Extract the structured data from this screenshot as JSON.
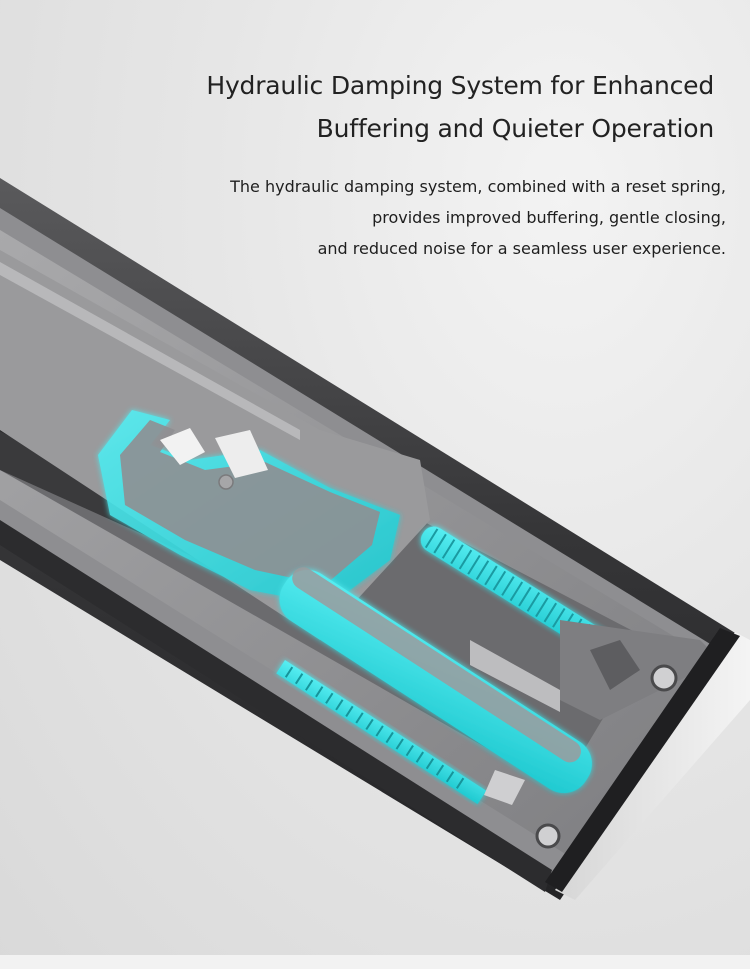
{
  "headline": {
    "line1": "Hydraulic Damping System for Enhanced",
    "line2": "Buffering and Quieter Operation"
  },
  "description": {
    "line1": "The hydraulic damping system, combined with a reset spring,",
    "line2": "provides improved buffering, gentle closing,",
    "line3": "and reduced noise for a seamless user experience."
  },
  "product_image": {
    "subject": "drawer-slide-damper",
    "highlight_color": "#33e0e6",
    "rail_color": "#3d3d3f",
    "housing_color": "#9d9d9f"
  }
}
